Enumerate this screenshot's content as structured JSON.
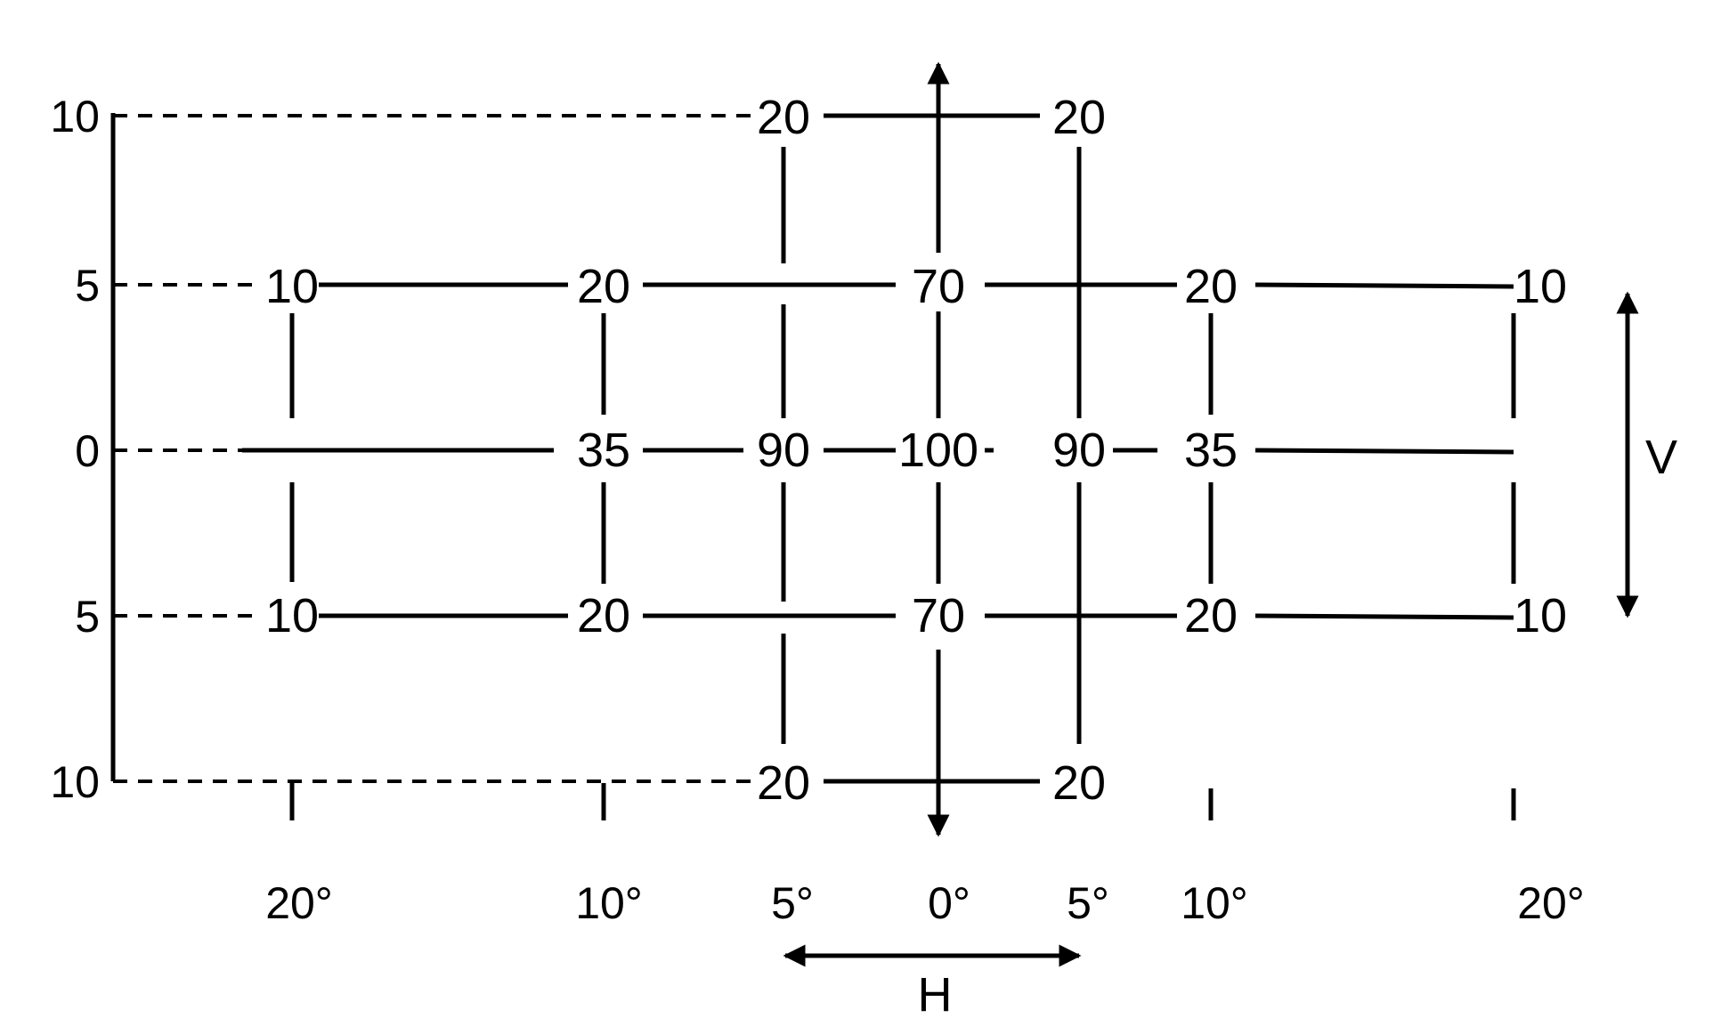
{
  "colors": {
    "ink": "#000000",
    "background": "#ffffff"
  },
  "v_axis_labels": [
    "10",
    "5",
    "0",
    "5",
    "10"
  ],
  "h_axis_labels": [
    "20°",
    "10°",
    "5°",
    "0°",
    "5°",
    "10°",
    "20°"
  ],
  "h_axis_title": "H",
  "v_axis_title": "V",
  "cells": [
    {
      "row": 0,
      "col": 2,
      "value": "20"
    },
    {
      "row": 0,
      "col": 4,
      "value": "20"
    },
    {
      "row": 1,
      "col": 0,
      "value": "10"
    },
    {
      "row": 1,
      "col": 1,
      "value": "20"
    },
    {
      "row": 1,
      "col": 3,
      "value": "70"
    },
    {
      "row": 1,
      "col": 5,
      "value": "20"
    },
    {
      "row": 1,
      "col": 6,
      "value": "10"
    },
    {
      "row": 2,
      "col": 1,
      "value": "35"
    },
    {
      "row": 2,
      "col": 2,
      "value": "90"
    },
    {
      "row": 2,
      "col": 3,
      "value": "100"
    },
    {
      "row": 2,
      "col": 4,
      "value": "90"
    },
    {
      "row": 2,
      "col": 5,
      "value": "35"
    },
    {
      "row": 3,
      "col": 0,
      "value": "10"
    },
    {
      "row": 3,
      "col": 1,
      "value": "20"
    },
    {
      "row": 3,
      "col": 3,
      "value": "70"
    },
    {
      "row": 3,
      "col": 5,
      "value": "20"
    },
    {
      "row": 3,
      "col": 6,
      "value": "10"
    },
    {
      "row": 4,
      "col": 2,
      "value": "20"
    },
    {
      "row": 4,
      "col": 4,
      "value": "20"
    }
  ]
}
